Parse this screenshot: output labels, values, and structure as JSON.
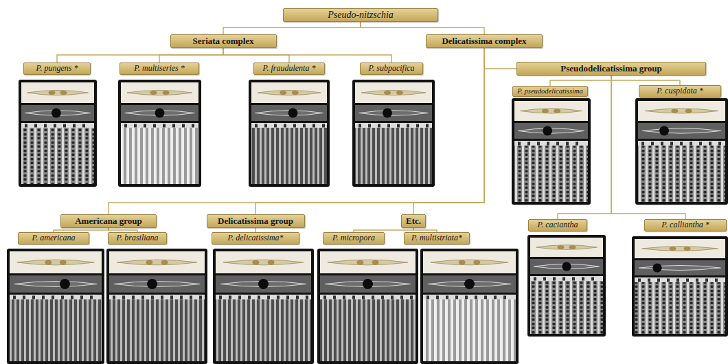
{
  "diagram": {
    "nodes": [
      {
        "text": [
          "Pseudo-nitzschia"
        ]
      },
      {
        "text": [
          "Seriata complex"
        ]
      },
      {
        "text": [
          "Delicatissima complex"
        ]
      },
      {
        "text": [
          "P. pungens *"
        ]
      },
      {
        "text": [
          "P. multiseries *"
        ]
      },
      {
        "text": [
          "P. fraudulenta *"
        ]
      },
      {
        "text": [
          "P. subpacifica"
        ]
      },
      {
        "text": [
          "Pseudodelicatissima group"
        ]
      },
      {
        "text": [
          "P. pseudodelicatissima"
        ]
      },
      {
        "text": [
          "P. cuspidata *"
        ]
      },
      {
        "text": [
          "Americana group"
        ]
      },
      {
        "text": [
          "Delicatissima group"
        ]
      },
      {
        "text": [
          "Etc."
        ]
      },
      {
        "text": [
          "P. caciantha"
        ]
      },
      {
        "text": [
          "P. calliantha *"
        ]
      },
      {
        "text": [
          "P. americana"
        ]
      },
      {
        "text": [
          "P. brasiliana"
        ]
      },
      {
        "text": [
          "P. delicatissima*"
        ]
      },
      {
        "text": [
          "P. micropora"
        ]
      },
      {
        "text": [
          "P. multistriata*"
        ]
      }
    ],
    "edges": [
      {
        "from": 0,
        "to": 1,
        "arrow": "none"
      },
      {
        "from": 0,
        "to": 2,
        "arrow": "none"
      },
      {
        "from": 1,
        "to": 3,
        "arrow": "none"
      },
      {
        "from": 1,
        "to": 4,
        "arrow": "none"
      },
      {
        "from": 1,
        "to": 5,
        "arrow": "none"
      },
      {
        "from": 1,
        "to": 6,
        "arrow": "none"
      },
      {
        "from": 2,
        "to": 7,
        "arrow": "none"
      },
      {
        "from": 2,
        "to": 10,
        "arrow": "none"
      },
      {
        "from": 2,
        "to": 11,
        "arrow": "none"
      },
      {
        "from": 2,
        "to": 12,
        "arrow": "none"
      },
      {
        "from": 7,
        "to": 8,
        "arrow": "none"
      },
      {
        "from": 7,
        "to": 9,
        "arrow": "none"
      },
      {
        "from": 7,
        "to": 13,
        "arrow": "none"
      },
      {
        "from": 7,
        "to": 14,
        "arrow": "none"
      },
      {
        "from": 10,
        "to": 15,
        "arrow": "none"
      },
      {
        "from": 10,
        "to": 16,
        "arrow": "none"
      },
      {
        "from": 11,
        "to": 17,
        "arrow": "none"
      },
      {
        "from": 12,
        "to": 18,
        "arrow": "none"
      },
      {
        "from": 12,
        "to": 19,
        "arrow": "none"
      }
    ]
  }
}
